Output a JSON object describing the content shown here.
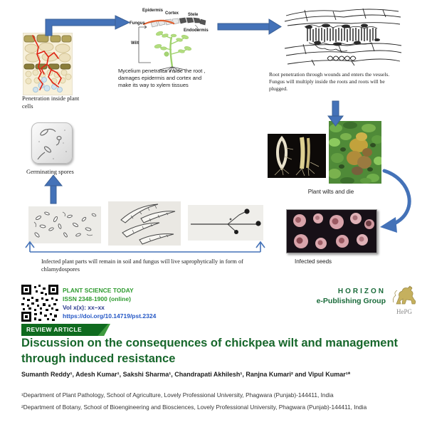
{
  "diagram": {
    "penetration": {
      "caption": "Penetration inside plant cells"
    },
    "root_section": {
      "caption": "Mycelium penetrates inside the root , damages epidermis and cortex and make its way to xylem tissues",
      "labels": {
        "epidermis": "Epidermis",
        "cortex": "Cortex",
        "stele": "Stele",
        "fungus": "Fungus",
        "endodermis": "Endodermis",
        "wilt": "Wilt"
      }
    },
    "vessels": {
      "caption": "Root penetration through wounds and enters the vessels. Fungus will multiply inside the roots and roots will be plugged."
    },
    "germinating_spores": {
      "caption": "Germinating spores"
    },
    "plant_wilts": {
      "caption": "Plant wilts and die"
    },
    "soil_survival": {
      "caption": "Infected plant parts will remain in soil and fungus will live saprophytically in form of chlamydospores"
    },
    "infected_seeds": {
      "caption": "Infected seeds"
    }
  },
  "journal": {
    "name": "PLANT SCIENCE TODAY",
    "issn": "ISSN 2348-1900 (online)",
    "volume": "Vol x(x): xx–xx",
    "doi": "https://doi.org/10.14719/pst.2324"
  },
  "publisher": {
    "name_line1": "HORIZON",
    "name_line2": "e-Publishing Group",
    "logo_text": "HePG"
  },
  "article": {
    "type_badge": "REVIEW ARTICLE",
    "title": "Discussion on the consequences of chickpea wilt and management through induced resistance",
    "authors": "Sumanth Reddy¹, Adesh Kumar¹, Sakshi Sharma¹, Chandrapati Akhilesh¹, Ranjna Kumari² and Vipul Kumar¹*",
    "affiliation_1": "¹Department of Plant Pathology, School of Agriculture, Lovely Professional University, Phagwara (Punjab)-144411, India",
    "affiliation_2": "²Department of Botany, School of Bioengineering and Biosciences, Lovely Professional University, Phagwara (Punjab)-144411, India"
  },
  "colors": {
    "arrow_blue": "#4472b8",
    "title_green": "#17672b",
    "badge_green": "#0f6b1f",
    "journal_green": "#2e9b2f",
    "doi_blue": "#2457c5",
    "publisher_green": "#1a6b3a",
    "logo_gold": "#c5b05e"
  }
}
